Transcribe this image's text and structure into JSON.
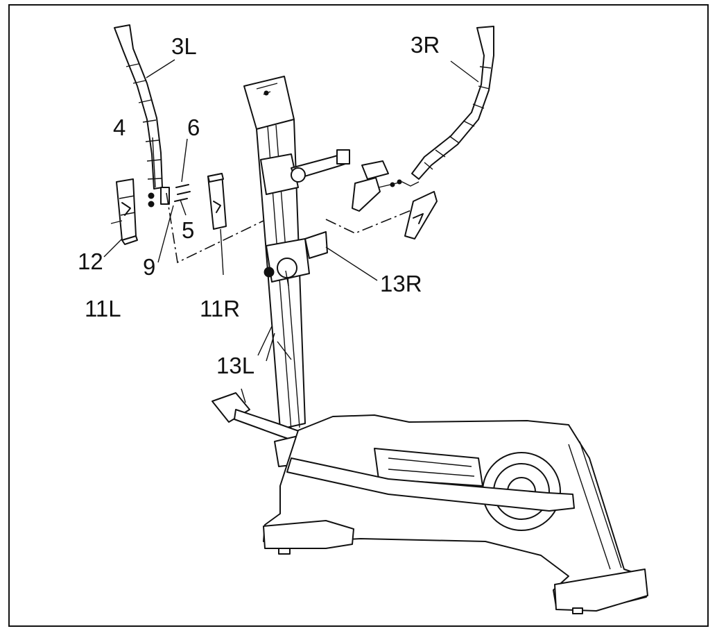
{
  "labels": {
    "p3L": "3L",
    "p3R": "3R",
    "p4": "4",
    "p6": "6",
    "p5": "5",
    "p9": "9",
    "p12": "12",
    "p11L": "11L",
    "p11R": "11R",
    "p13R": "13R",
    "p13L": "13L"
  },
  "colors": {
    "line": "#111111",
    "background": "#ffffff"
  }
}
